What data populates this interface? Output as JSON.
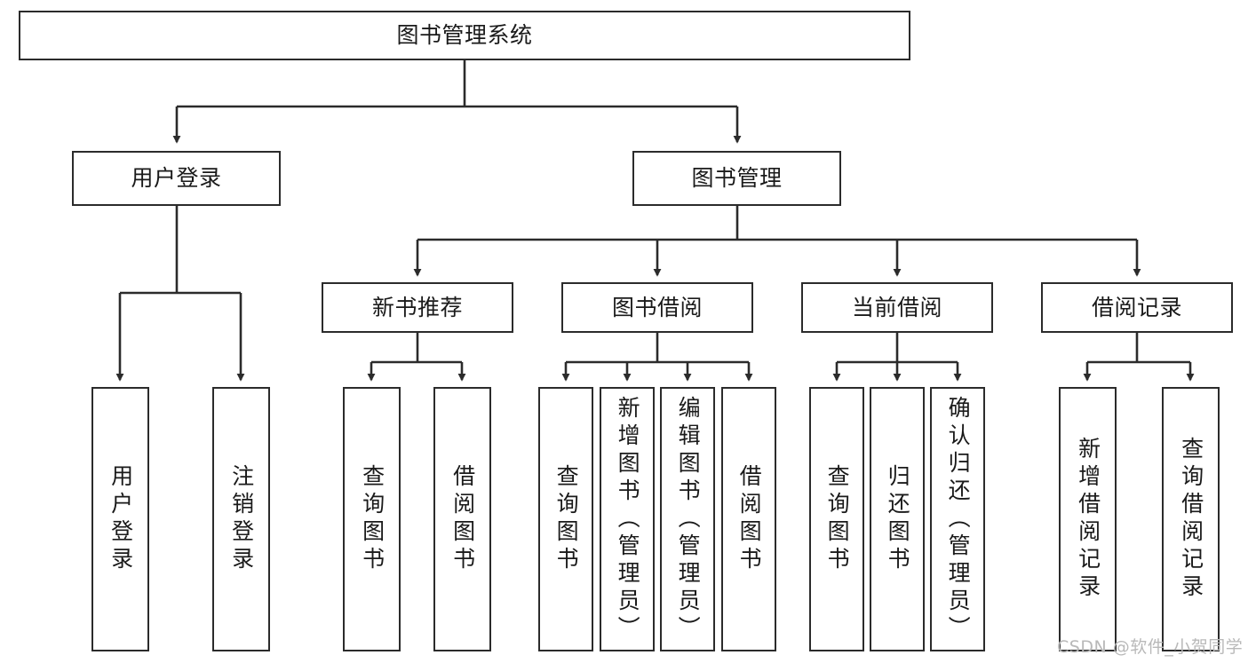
{
  "diagram": {
    "title": "图书管理系统",
    "type": "functional-decomposition-tree",
    "watermark": "CSDN @软件_小贺同学",
    "colors": {
      "stroke": "#2b2b2b",
      "fill": "#ffffff",
      "text": "#1a1a1a",
      "watermark": "#b9b9b9"
    },
    "root": {
      "id": "root",
      "label": "图书管理系统"
    },
    "level1": [
      {
        "id": "user-login",
        "label": "用户登录"
      },
      {
        "id": "book-management",
        "label": "图书管理"
      }
    ],
    "level2": [
      {
        "id": "new-book-recommend",
        "label": "新书推荐",
        "parent": "book-management"
      },
      {
        "id": "book-borrow",
        "label": "图书借阅",
        "parent": "book-management"
      },
      {
        "id": "current-borrow",
        "label": "当前借阅",
        "parent": "book-management"
      },
      {
        "id": "borrow-record",
        "label": "借阅记录",
        "parent": "book-management"
      }
    ],
    "leaves": [
      {
        "id": "leaf-user-login",
        "label": "用户登录",
        "parent": "user-login"
      },
      {
        "id": "leaf-logout-login",
        "label": "注销登录",
        "parent": "user-login"
      },
      {
        "id": "leaf-query-book-1",
        "label": "查询图书",
        "parent": "new-book-recommend"
      },
      {
        "id": "leaf-borrow-book-1",
        "label": "借阅图书",
        "parent": "new-book-recommend"
      },
      {
        "id": "leaf-query-book-2",
        "label": "查询图书",
        "parent": "book-borrow"
      },
      {
        "id": "leaf-add-book",
        "label": "新增图书（管理员）",
        "parent": "book-borrow"
      },
      {
        "id": "leaf-edit-book",
        "label": "编辑图书（管理员）",
        "parent": "book-borrow"
      },
      {
        "id": "leaf-borrow-book-2",
        "label": "借阅图书",
        "parent": "book-borrow"
      },
      {
        "id": "leaf-query-book-3",
        "label": "查询图书",
        "parent": "current-borrow"
      },
      {
        "id": "leaf-return-book",
        "label": "归还图书",
        "parent": "current-borrow"
      },
      {
        "id": "leaf-confirm-return",
        "label": "确认归还（管理员）",
        "parent": "current-borrow"
      },
      {
        "id": "leaf-add-record",
        "label": "新增借阅记录",
        "parent": "borrow-record"
      },
      {
        "id": "leaf-query-record",
        "label": "查询借阅记录",
        "parent": "borrow-record"
      }
    ]
  }
}
